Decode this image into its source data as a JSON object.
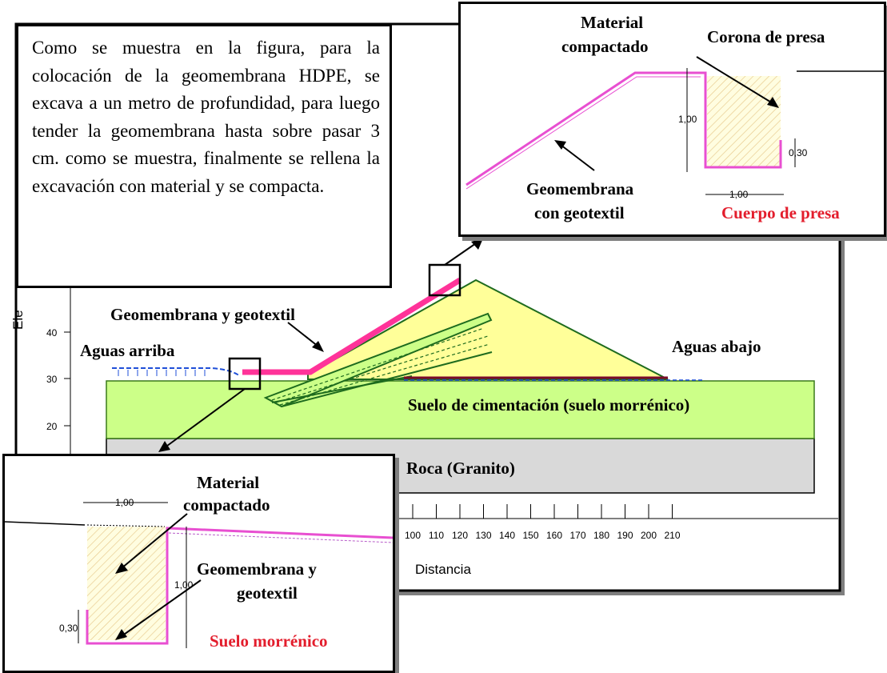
{
  "intro": {
    "text": "Como se muestra en la figura, para la colocación de la geomembrana HDPE, se excava a un metro de profundidad, para luego tender la geomembrana hasta sobre pasar 3 cm. como se muestra, finalmente se rellena la excavación con material y se compacta."
  },
  "section": {
    "axis_y_label": "Ele",
    "axis_x_label": "Distancia",
    "y_ticks": [
      "40",
      "30",
      "20"
    ],
    "x_ticks": [
      "100",
      "110",
      "120",
      "130",
      "140",
      "150",
      "160",
      "170",
      "180",
      "190",
      "200",
      "210"
    ],
    "labels": {
      "geomembrana": "Geomembrana y geotextil",
      "aguas_arriba": "Aguas arriba",
      "aguas_abajo": "Aguas abajo",
      "suelo": "Suelo de cimentación (suelo morrénico)",
      "roca": "Roca (Granito)"
    },
    "colors": {
      "dam_fill": "#ffff99",
      "foundation_fill": "#ccff88",
      "rock_fill": "#d9d9d9",
      "geomembrane": "#ff3399",
      "water": "#1f4fd8",
      "red_text": "#e31d2c"
    }
  },
  "detail_top": {
    "material": "Material",
    "compactado": "compactado",
    "corona": "Corona de presa",
    "geomembrana": "Geomembrana",
    "con_geotextil": "con geotextil",
    "cuerpo": "Cuerpo de presa",
    "dim_depth": "1,00",
    "dim_width": "1,00",
    "dim_lip": "0,30"
  },
  "detail_bottom": {
    "material": "Material",
    "compactado": "compactado",
    "geomembrana_y": "Geomembrana y",
    "geotextil": "geotextil",
    "suelo": "Suelo morrénico",
    "dim_width": "1,00",
    "dim_depth": "1,00",
    "dim_lip": "0,30"
  }
}
